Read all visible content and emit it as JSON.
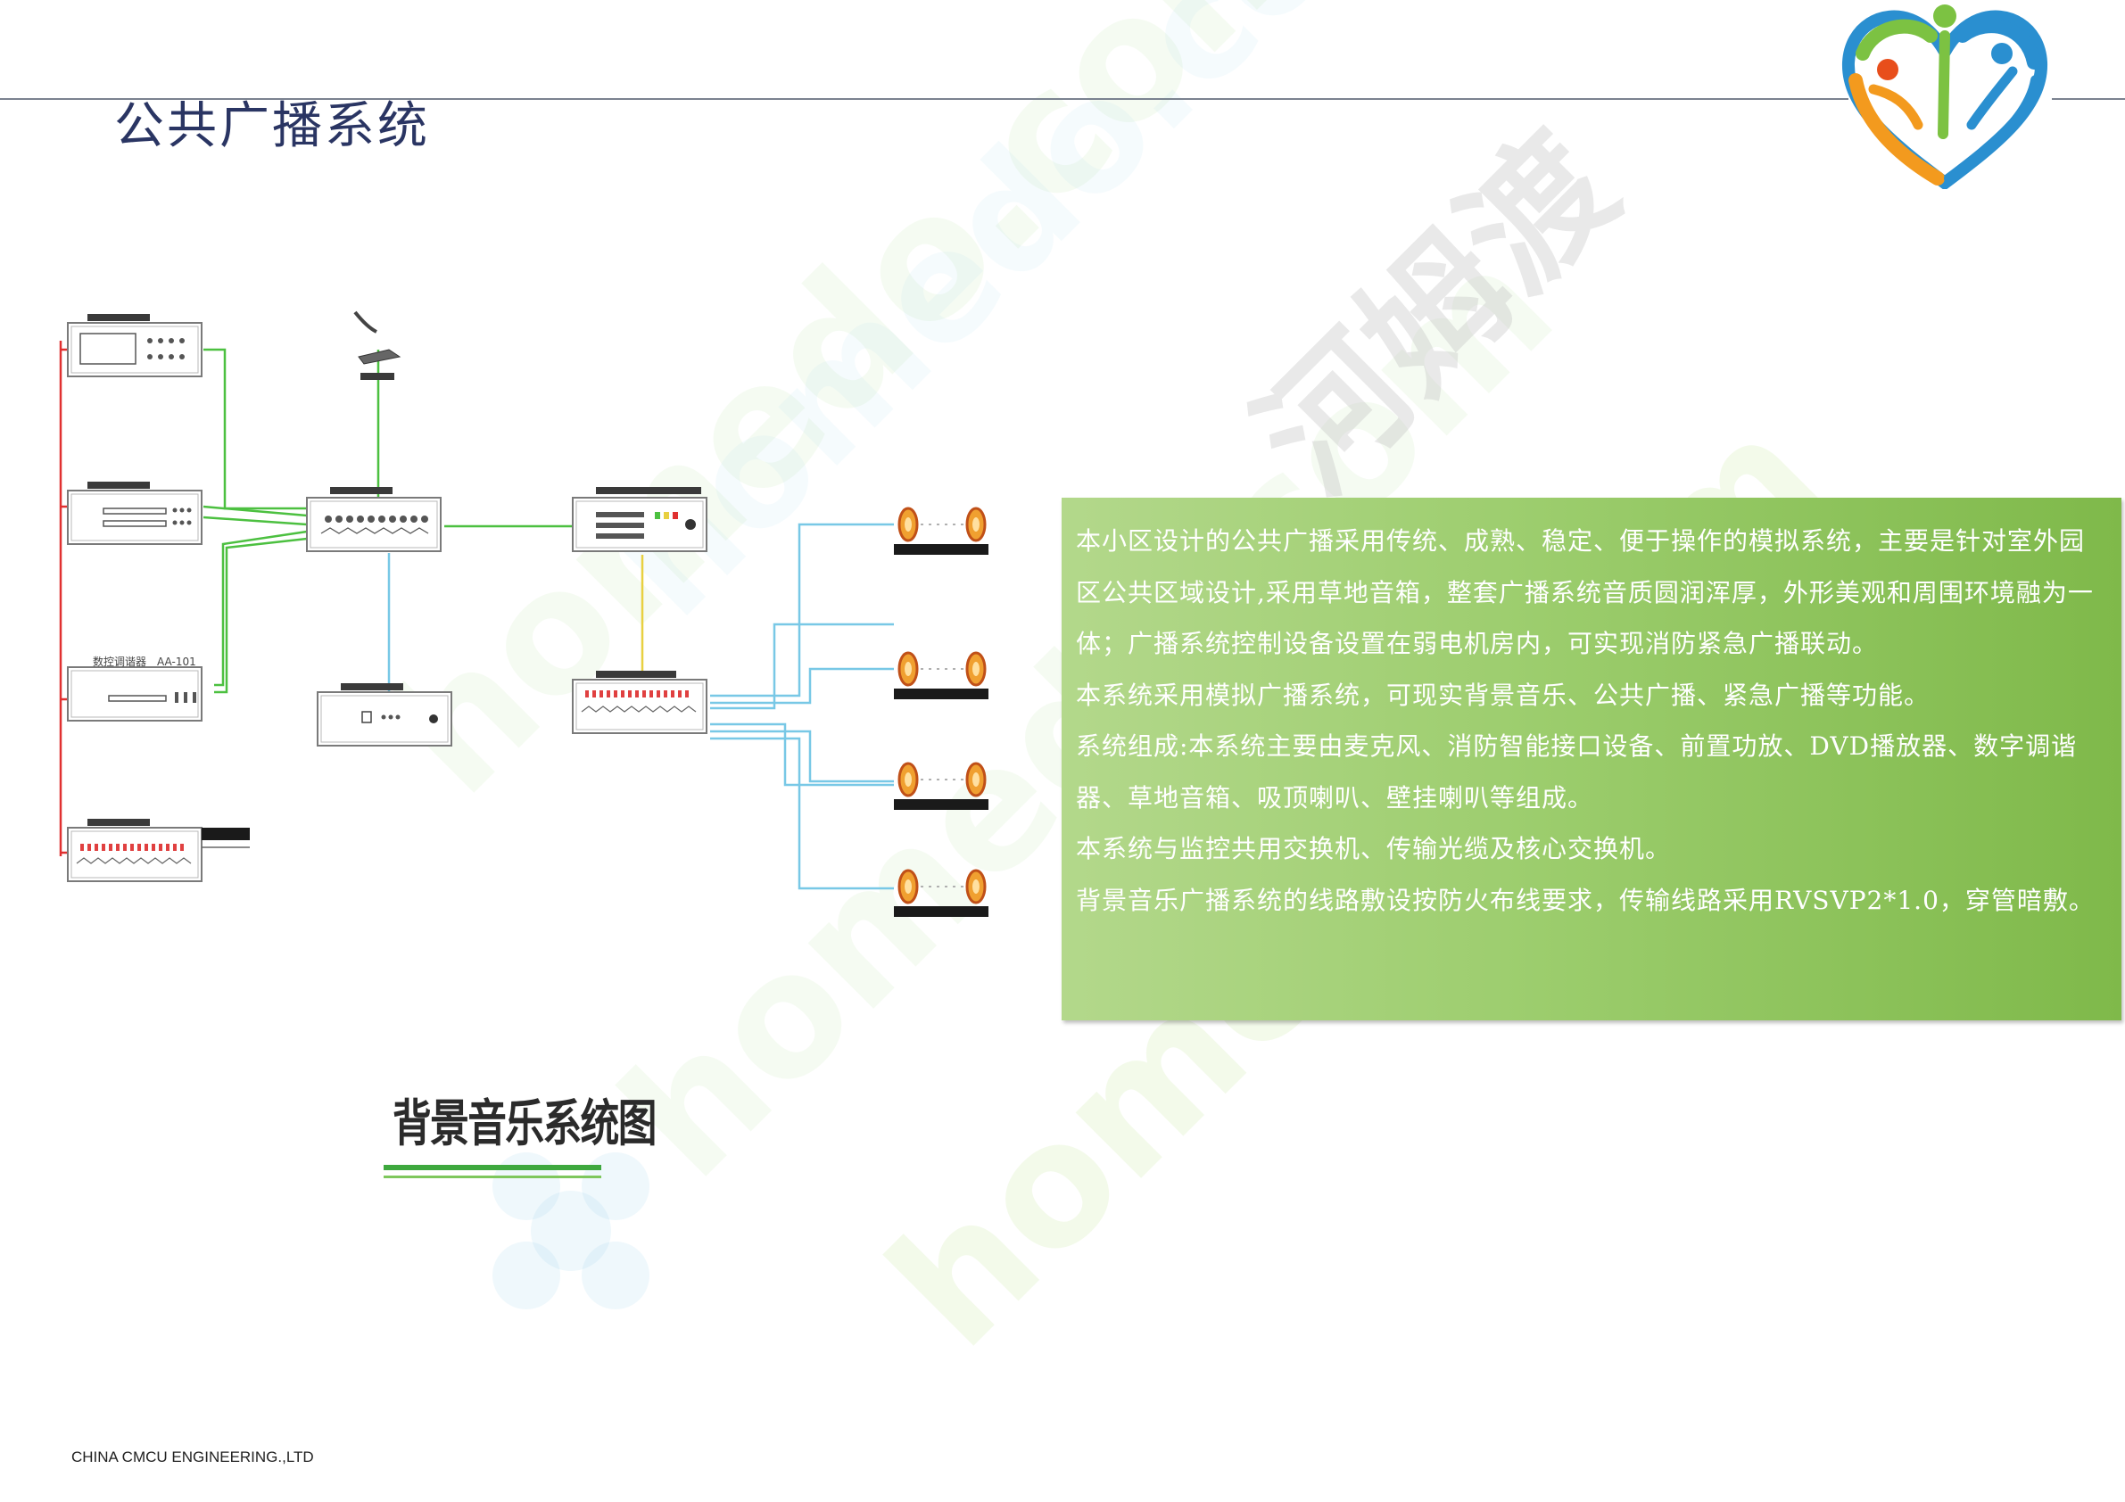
{
  "page": {
    "title": "公共广播系统",
    "footer": "CHINA CMCU ENGINEERING.,LTD"
  },
  "diagram": {
    "caption": "背景音乐系统图",
    "device_labels": {
      "tuner_name": "数控调谐器",
      "tuner_model": "AA-101"
    },
    "line_colors": {
      "power": "#e03030",
      "audio": "#4cc040",
      "signal": "#78c8e6",
      "control": "#e8d040"
    }
  },
  "info_box": {
    "paragraphs": [
      "本小区设计的公共广播采用传统、成熟、稳定、便于操作的模拟系统，主要是针对室外园区公共区域设计,采用草地音箱，整套广播系统音质圆润浑厚，外形美观和周围环境融为一体；广播系统控制设备设置在弱电机房内，可实现消防紧急广播联动。",
      "本系统采用模拟广播系统，可现实背景音乐、公共广播、紧急广播等功能。",
      "系统组成:本系统主要由麦克风、消防智能接口设备、前置功放、DVD播放器、数字调谐器、草地音箱、吸顶喇叭、壁挂喇叭等组成。",
      "本系统与监控共用交换机、传输光缆及核心交换机。",
      "背景音乐广播系统的线路敷设按防火布线要求，传输线路采用RVSVP2*1.0，穿管暗敷。"
    ]
  },
  "watermark": {
    "text_latin": "homedo.com",
    "text_cn": "河姆渡"
  },
  "logo": {
    "icon": "heart-people-logo",
    "colors": [
      "#2a8fd0",
      "#7cc242",
      "#f39a1e",
      "#e84e1b"
    ]
  }
}
